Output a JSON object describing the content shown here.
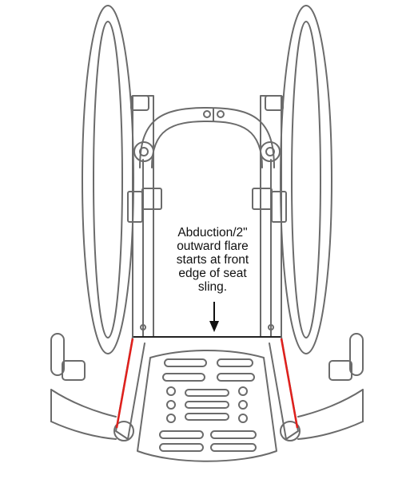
{
  "annotation": {
    "lines": [
      "Abduction/2\"",
      "outward flare",
      "starts at front",
      "edge of seat",
      "sling."
    ]
  },
  "colors": {
    "outline": "#6b6b6b",
    "highlight": "#e0201c",
    "text": "#111111",
    "background": "#ffffff"
  },
  "parts": [
    "left-wheel",
    "right-wheel",
    "backrest-frame",
    "seat-sling",
    "footplate",
    "front-casters",
    "flared-front-frame"
  ]
}
